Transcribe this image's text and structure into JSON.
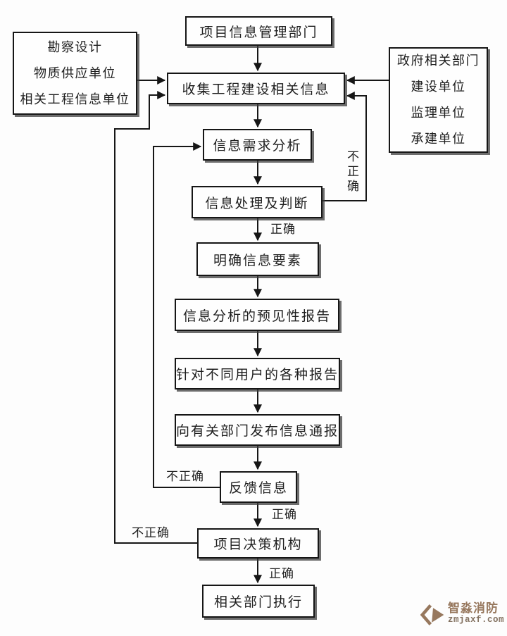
{
  "diagram": {
    "nodes": {
      "project_info_dept": "项目信息管理部门",
      "collect_info": "收集工程建设相关信息",
      "demand_analysis": "信息需求分析",
      "process_judge": "信息处理及判断",
      "clarify_elements": "明确信息要素",
      "predictive_report": "信息分析的预见性报告",
      "user_reports": "针对不同用户的各种报告",
      "publish_bulletin": "向有关部门发布信息通报",
      "feedback_info": "反馈信息",
      "decision_body": "项目决策机构",
      "dept_execute": "相关部门执行"
    },
    "left_source_lines": [
      "勘察设计",
      "物质供应单位",
      "相关工程信息单位"
    ],
    "right_source_lines": [
      "政府相关部门",
      "建设单位",
      "监理单位",
      "承建单位"
    ],
    "edge_labels": {
      "correct_after_process": "正确",
      "correct_after_feedback": "正确",
      "correct_after_decision": "正确",
      "incorrect_process_loop": "不正确",
      "incorrect_feedback_loop": "不正确",
      "incorrect_decision_loop": "不正确"
    }
  },
  "watermark": {
    "brand": "智淼消防",
    "domain": "zmjaxf.com"
  },
  "colors": {
    "line": "#161616",
    "watermark": "#97785e"
  }
}
